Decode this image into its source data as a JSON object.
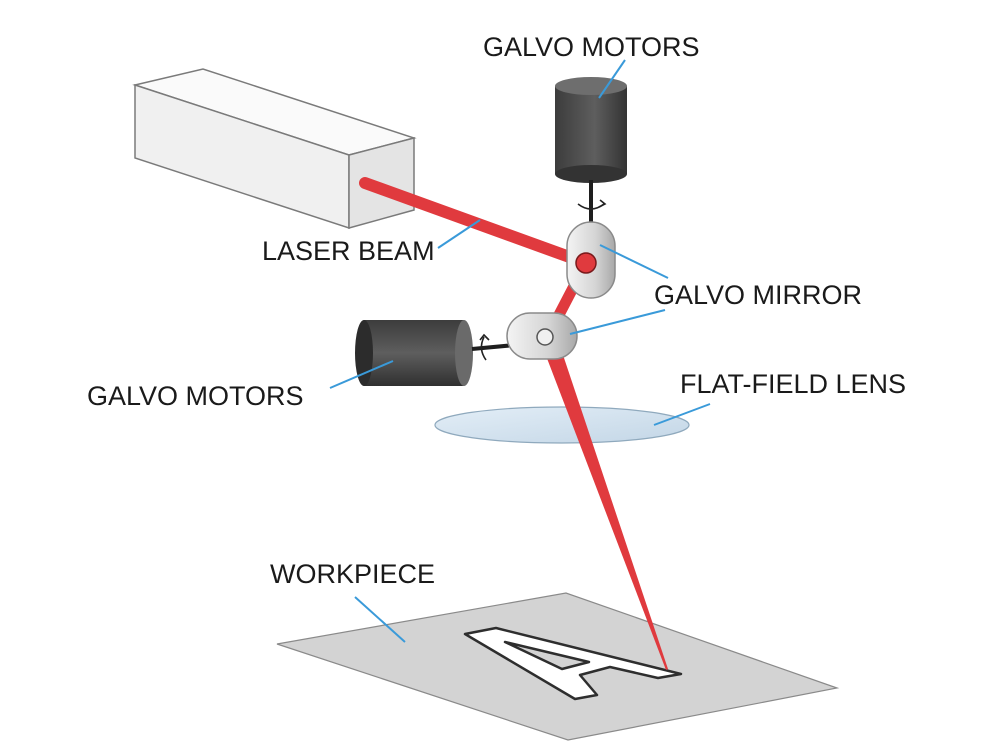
{
  "labels": {
    "galvo_motors_top": "GALVO MOTORS",
    "laser_beam": "LASER BEAM",
    "galvo_mirror": "GALVO MIRROR",
    "galvo_motors_left": "GALVO MOTORS",
    "flat_field_lens": "FLAT-FIELD LENS",
    "workpiece": "WORKPIECE"
  },
  "colors": {
    "beam": "#e03a3e",
    "leader_line": "#3a9ad9",
    "motor_body": "#4a4a4a",
    "laser_box": "#f2f2f2",
    "lens": "#cfe0ee",
    "workpiece": "#d3d3d3"
  }
}
